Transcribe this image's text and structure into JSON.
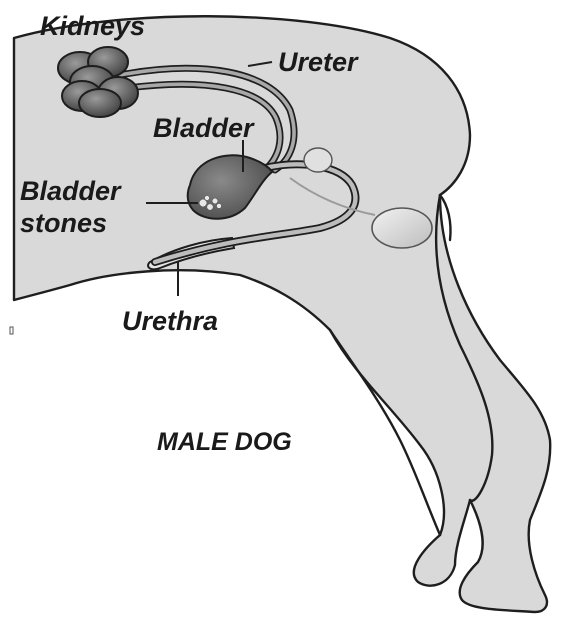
{
  "labels": {
    "kidneys": "Kidneys",
    "ureter": "Ureter",
    "bladder": "Bladder",
    "bladder_stones_line1": "Bladder",
    "bladder_stones_line2": "stones",
    "urethra": "Urethra",
    "caption": "MALE DOG"
  },
  "colors": {
    "body_fill": "#d9d9d9",
    "outline": "#1e1e1e",
    "organ_dark": "#6f6f6f",
    "tube": "#a8a8a8",
    "background": "#ffffff"
  }
}
